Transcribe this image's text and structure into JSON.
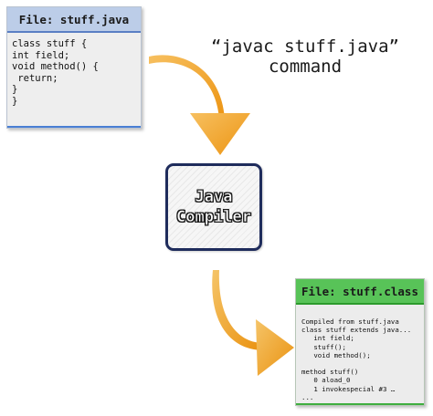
{
  "source_file": {
    "title": "File: stuff.java",
    "code": "class stuff {\nint field;\nvoid method() {\n return;\n}\n}"
  },
  "command": {
    "line1": "“javac stuff.java”",
    "line2": "command"
  },
  "compiler": {
    "line1": "Java",
    "line2": "Compiler"
  },
  "output_file": {
    "title": "File: stuff.class",
    "code": "Compiled from stuff.java\nclass stuff extends java...\n   int field;\n   stuff();\n   void method();\n\nmethod stuff()\n   0 aload_0\n   1 invokespecial #3 …\n..."
  },
  "colors": {
    "arrow": "#f0a020",
    "source_header": "#bccde8",
    "output_header": "#58c358",
    "compiler_border": "#1f2c5c"
  }
}
